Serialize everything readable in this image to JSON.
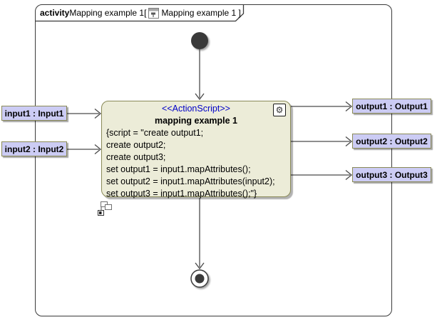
{
  "diagram": {
    "frame_title": {
      "keyword": "activity",
      "name": " Mapping example 1[ ",
      "diagram_ref": " Mapping example 1 ]"
    },
    "action": {
      "stereotype": "<<ActionScript>>",
      "name": "mapping example 1",
      "script_lines": [
        "{script = \"create output1;",
        "create output2;",
        "create output3;",
        "set output1 = input1.mapAttributes();",
        "set output2 = input1.mapAttributes(input2);",
        "set output3 = input1.mapAttributes();\"}"
      ]
    },
    "pins": {
      "inputs": [
        {
          "label": "input1 : Input1"
        },
        {
          "label": "input2 : Input2"
        }
      ],
      "outputs": [
        {
          "label": "output1 : Output1"
        },
        {
          "label": "output2 : Output2"
        },
        {
          "label": "output3 : Output3"
        }
      ]
    },
    "icons": {
      "gear": "⚙"
    },
    "colors": {
      "action_fill": "#ececd8",
      "action_border": "#8a8a58",
      "pin_fill": "#ccccf4",
      "pin_border": "#8a8a58",
      "stereotype_text": "#0000c8",
      "frame_border": "#3a3a3a",
      "edge": "#4a4a4a"
    }
  }
}
